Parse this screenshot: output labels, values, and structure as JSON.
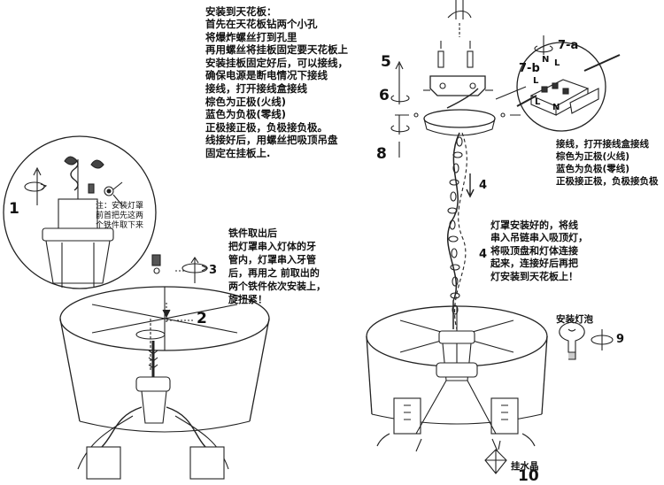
{
  "install_ceiling": {
    "title": "安装到天花板：",
    "lines": [
      "首先在天花板钻两个小孔",
      "将爆炸螺丝打到孔里",
      "再用螺丝将挂板固定要天花板上",
      "安装挂板固定好后，可以接线，",
      "确保电源是断电情况下接线",
      "接线，打开接线盒接线",
      "棕色为正极(火线)",
      "蓝色为负极(零线)",
      "正极接正极，负极接负极。",
      "线接好后，用螺丝把吸顶吊盘",
      "固定在挂板上."
    ]
  },
  "wiring_note": {
    "lines": [
      "接线，打开接线盒接线",
      "棕色为正极(火线)",
      "蓝色为负极(零线)",
      "正极接正极，负极接负极"
    ]
  },
  "shade_note": {
    "lines": [
      "灯罩安装好的，将线",
      "串入吊链串入吸顶灯，",
      "将吸顶盘和灯体连接",
      "起来，连接好后再把",
      "灯安装到天花板上！"
    ]
  },
  "iron_note": {
    "lines": [
      "铁件取出后",
      "把灯罩串入灯体的牙",
      "管内，灯罩串入牙管",
      "后，再用之 前取出的",
      "两个铁件依次安装上，",
      "旋扭紧！"
    ]
  },
  "circle_note": {
    "lines": [
      "注：安装灯罩",
      "前首把先这两",
      "个铁件取下来"
    ]
  },
  "bulb_label": "安装灯泡",
  "crystal_label": "挂水晶",
  "step_numbers": {
    "s1": "1",
    "s2": "2",
    "s3": "3",
    "s4a": "4",
    "s4b": "4",
    "s5": "5",
    "s6": "6",
    "s7a": "7-a",
    "s7b": "7-b",
    "s8": "8",
    "s9": "9",
    "s10": "10"
  },
  "terminal_letters": {
    "l1": "L",
    "n": "N",
    "l2": "L",
    "l3": "L",
    "n2": "N"
  }
}
